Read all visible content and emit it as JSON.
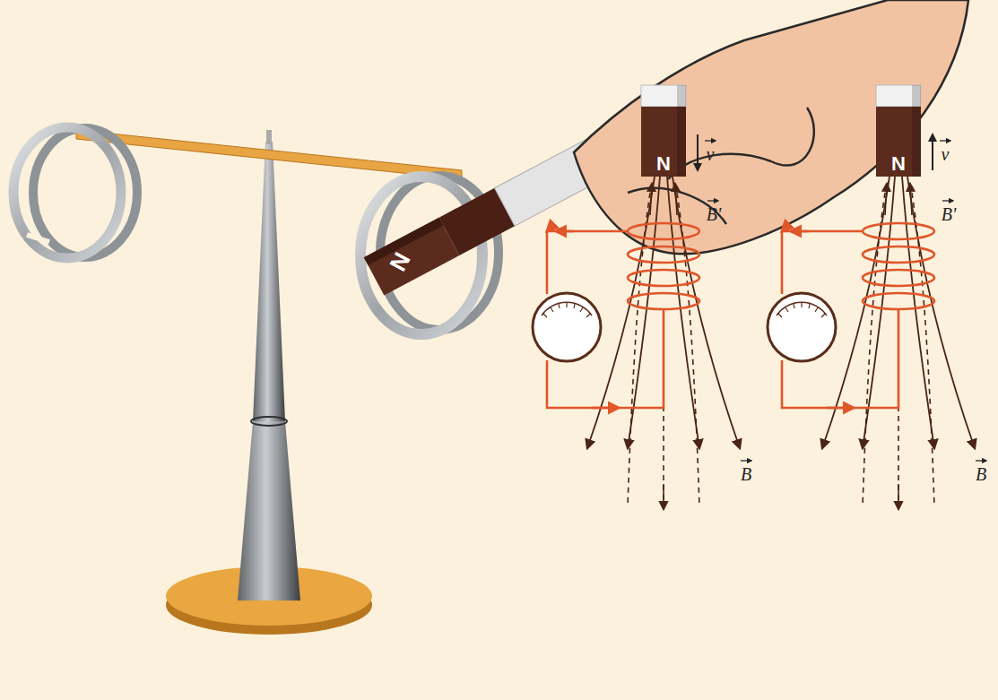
{
  "diagram": {
    "labels": [
      "N",
      "N",
      "v",
      "B'",
      "B",
      "N",
      "v",
      "B'",
      "B"
    ]
  }
}
